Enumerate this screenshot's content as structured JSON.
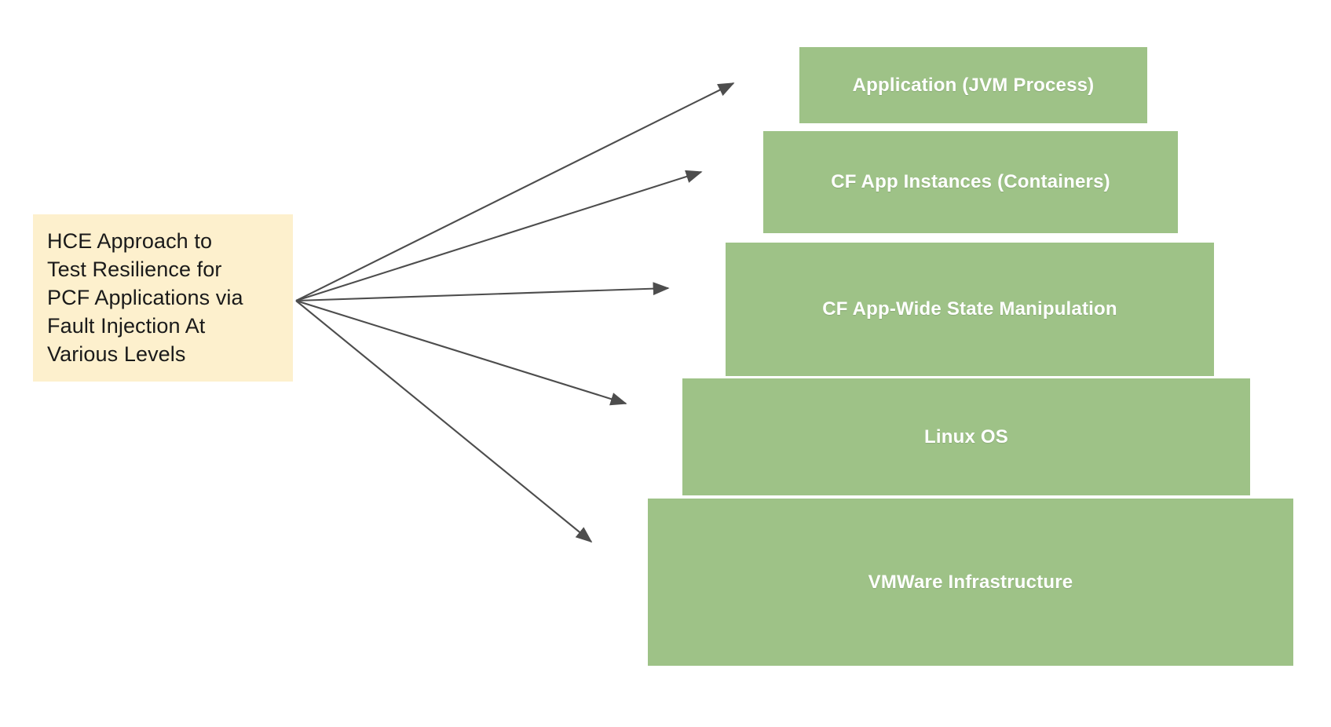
{
  "diagram": {
    "type": "layered-stack-with-fanout-arrows",
    "background_color": "#ffffff",
    "source": {
      "label": "HCE Approach to Test Resilience for PCF Applications via Fault Injection At Various Levels",
      "text_lines": "HCE Approach to\nTest Resilience for\nPCF Applications via\nFault Injection At\nVarious Levels",
      "fill_color": "#fdf0cd",
      "text_color": "#1a1a1a"
    },
    "layer_fill_color": "#9ec287",
    "layer_text_color": "#ffffff",
    "arrow_color": "#4d4d4d",
    "layers": [
      {
        "label": "Application (JVM Process)"
      },
      {
        "label": "CF App Instances (Containers)"
      },
      {
        "label": "CF App-Wide State Manipulation"
      },
      {
        "label": "Linux OS"
      },
      {
        "label": "VMWare Infrastructure"
      }
    ],
    "arrows": [
      {
        "from": "source",
        "to": "Application (JVM Process)"
      },
      {
        "from": "source",
        "to": "CF App Instances (Containers)"
      },
      {
        "from": "source",
        "to": "CF App-Wide State Manipulation"
      },
      {
        "from": "source",
        "to": "Linux OS"
      },
      {
        "from": "source",
        "to": "VMWare Infrastructure"
      }
    ]
  }
}
